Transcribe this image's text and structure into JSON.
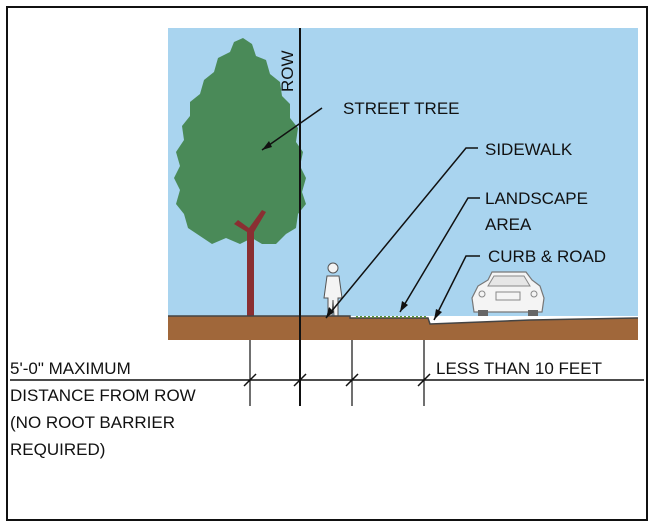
{
  "labels": {
    "row": "ROW",
    "street_tree": "STREET TREE",
    "sidewalk": "SIDEWALK",
    "landscape_line1": "LANDSCAPE",
    "landscape_line2": "AREA",
    "curb_road": "CURB & ROAD",
    "max_distance_line1": "5'-0\" MAXIMUM",
    "max_distance_line2": "DISTANCE FROM ROW",
    "max_distance_line3": "(NO ROOT BARRIER",
    "max_distance_line4": "REQUIRED)",
    "less_than": "LESS THAN 10 FEET"
  },
  "colors": {
    "sky": "#a9d4ef",
    "ground": "#a0673a",
    "tree_foliage": "#4a8a58",
    "tree_trunk": "#8a2f32",
    "line": "#111111",
    "car": "#f4f4f4",
    "pedestrian": "#f4f4f4"
  }
}
